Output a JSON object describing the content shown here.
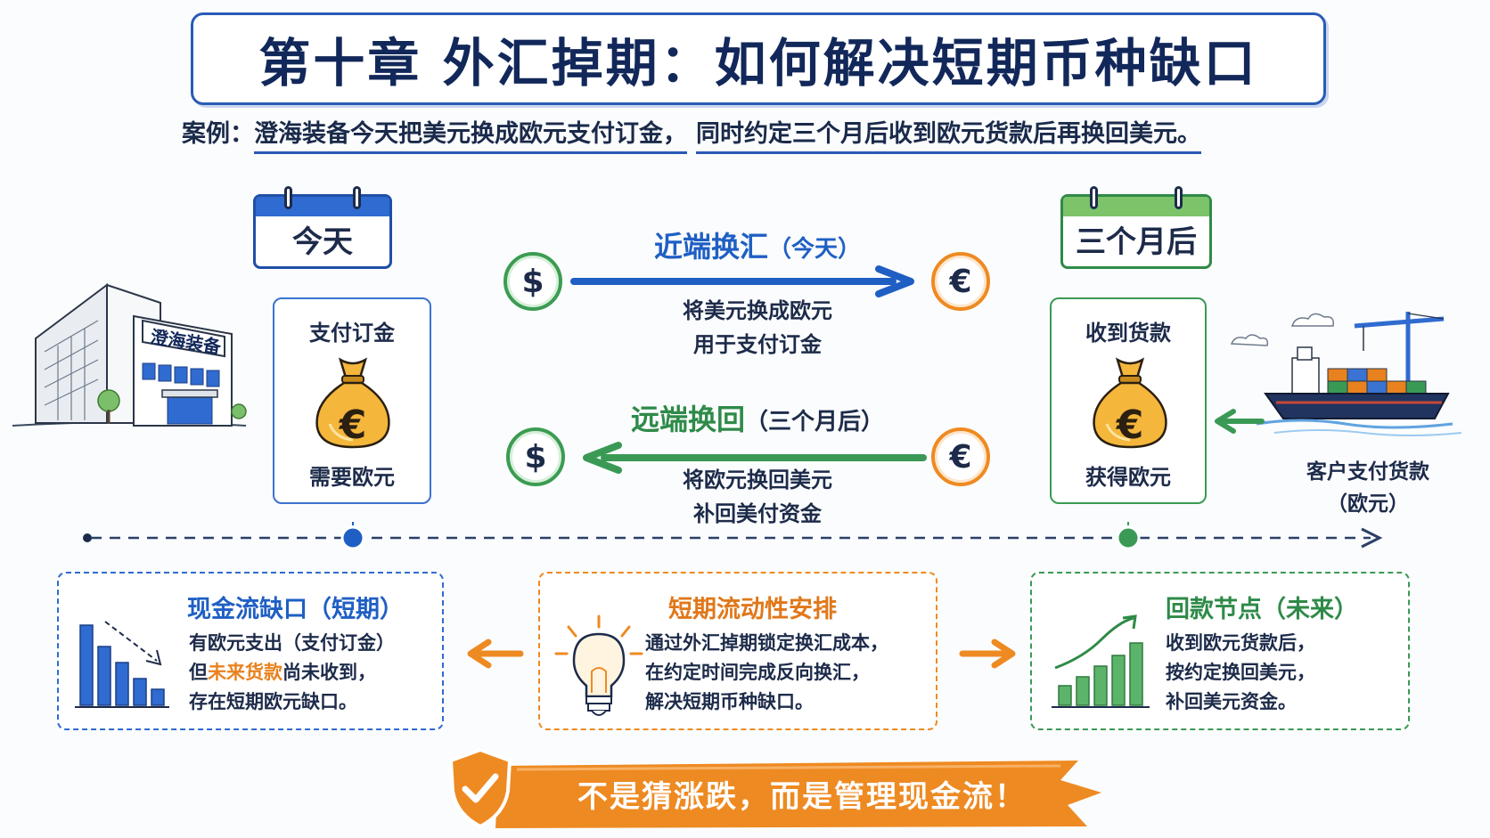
{
  "title": "第十章 外汇掉期：如何解决短期币种缺口",
  "case": {
    "prefix": "案例：",
    "part1": "澄海装备今天把美元换成欧元支付订金，",
    "part2": "同时约定三个月后收到欧元货款后再换回美元。"
  },
  "company_sign": "澄海装备",
  "today": {
    "calendar_label": "今天",
    "card_top": "支付订金",
    "card_bottom": "需要欧元",
    "bag_symbol": "€"
  },
  "later": {
    "calendar_label": "三个月后",
    "card_top": "收到货款",
    "card_bottom": "获得欧元",
    "bag_symbol": "€"
  },
  "near_leg": {
    "title": "近端换汇",
    "title_paren": "（今天）",
    "desc_line1": "将美元换成欧元",
    "desc_line2": "用于支付订金",
    "from_symbol": "$",
    "to_symbol": "€"
  },
  "far_leg": {
    "title": "远端换回",
    "title_paren": "（三个月后）",
    "desc_line1": "将欧元换回美元",
    "desc_line2": "补回美付资金",
    "from_symbol": "€",
    "to_symbol": "$"
  },
  "customer": {
    "line1": "客户支付货款",
    "line2": "（欧元）"
  },
  "box_gap": {
    "title": "现金流缺口（短期）",
    "line1": "有欧元支出（支付订金）",
    "line2_pre": "但",
    "line2_hl": "未来货款",
    "line2_post": "尚未收到，",
    "line3": "存在短期欧元缺口。"
  },
  "box_liquidity": {
    "title": "短期流动性安排",
    "line1": "通过外汇掉期锁定换汇成本，",
    "line2": "在约定时间完成反向换汇，",
    "line3": "解决短期币种缺口。"
  },
  "box_repay": {
    "title": "回款节点（未来）",
    "line1": "收到欧元货款后，",
    "line2": "按约定换回美元，",
    "line3": "补回美元资金。"
  },
  "slogan": "不是猜涨跌，而是管理现金流！",
  "colors": {
    "blue": "#1f5fc4",
    "green": "#3a9a55",
    "orange": "#ee8a22",
    "navy": "#12285a"
  },
  "icons": [
    "building-icon",
    "calendar-icon",
    "money-bag-icon",
    "dollar-coin-icon",
    "euro-coin-icon",
    "arrow-right-icon",
    "arrow-left-icon",
    "cargo-ship-icon",
    "cloud-icon",
    "bar-chart-down-icon",
    "bar-chart-up-icon",
    "lightbulb-icon",
    "shield-check-icon",
    "timeline-icon"
  ]
}
